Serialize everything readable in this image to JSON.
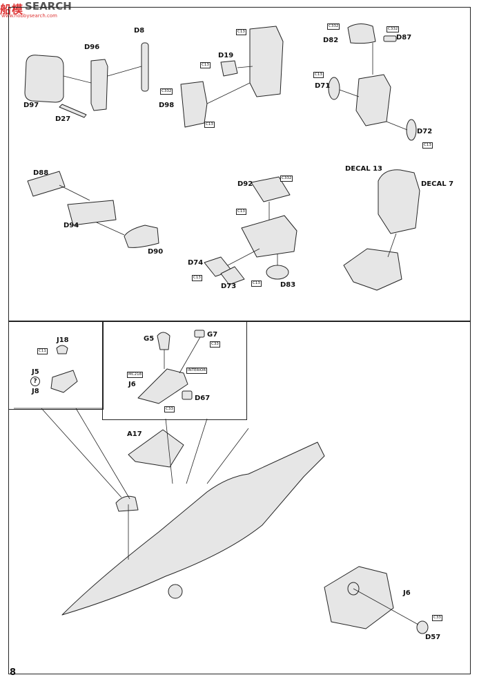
{
  "watermark": {
    "chinese": "船模",
    "english": "SEARCH",
    "url": "www.hobbysearch.com"
  },
  "page_number": "8",
  "panels": {
    "seat_back": {
      "parts": [
        "D97",
        "D96",
        "D8",
        "D27"
      ]
    },
    "seat_armor": {
      "parts": [
        "D19",
        "D98"
      ],
      "color_codes": [
        "C13",
        "C13",
        "C332",
        "C13"
      ]
    },
    "seat_frame": {
      "parts": [
        "D82",
        "D87",
        "D71",
        "D72"
      ],
      "color_codes": [
        "C332",
        "C332",
        "C13",
        "C13"
      ]
    },
    "seat_base": {
      "parts": [
        "D88",
        "D94",
        "D90"
      ]
    },
    "seat_bottom": {
      "parts": [
        "D92",
        "D74",
        "D73",
        "D83"
      ],
      "color_codes": [
        "C332",
        "C13",
        "C13",
        "C13"
      ]
    },
    "seat_assembled": {
      "decals": [
        "DECAL 13",
        "DECAL 7"
      ]
    },
    "front_cockpit": {
      "parts": [
        "J18",
        "J5",
        "J8"
      ],
      "color_codes": [
        "C11"
      ]
    },
    "rear_cockpit": {
      "parts": [
        "G5",
        "G7",
        "J6",
        "D67"
      ],
      "color_codes": [
        "C33",
        "MC218",
        "INTERIOR",
        "C33"
      ]
    },
    "fuselage": {
      "parts": [
        "A17"
      ]
    },
    "detail_inset": {
      "parts": [
        "J6",
        "D57"
      ],
      "color_codes": [
        "C33"
      ]
    }
  }
}
